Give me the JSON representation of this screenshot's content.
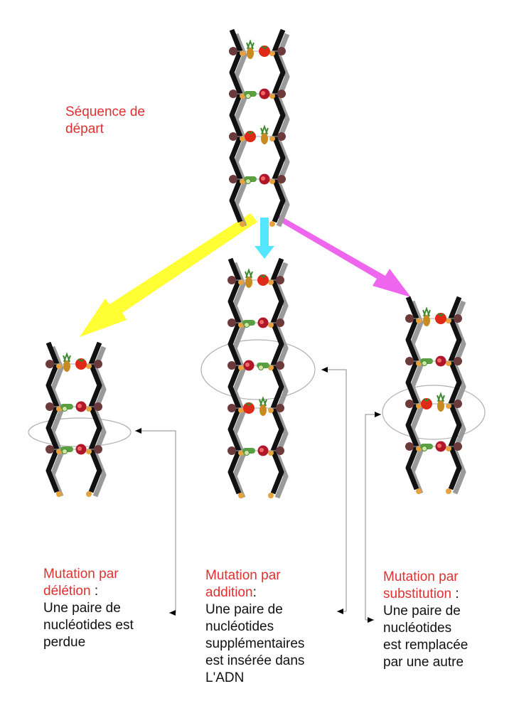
{
  "start_label": "Séquence de\ndépart",
  "colors": {
    "label_red": "#e03030",
    "arrow_deletion": "#ffff33",
    "arrow_addition": "#55e6ff",
    "arrow_substitution": "#ee66ee",
    "strand_black": "#111111",
    "strand_shadow": "#9a9a9a",
    "nucleotide_orange": "#e8a23c",
    "pin_marble": "#6b3a3a"
  },
  "pairs": {
    "p1": [
      "pineapple-icon",
      "tomato-icon"
    ],
    "p2": [
      "cucumber-icon",
      "pomegranate-icon"
    ],
    "p3": [
      "tomato-icon",
      "pineapple-icon"
    ],
    "p4": [
      "cucumber-icon",
      "pomegranate-icon"
    ],
    "inserted": [
      "pomegranate-icon",
      "cucumber-icon"
    ]
  },
  "deletion": {
    "title": "Mutation par\ndélétion",
    "colon": " :",
    "description": "Une paire de\nnucléotides est\nperdue"
  },
  "addition": {
    "title": "Mutation par\naddition",
    "colon": ":",
    "description": "Une paire de\nnucléotides\nsupplémentaires\nest insérée dans\nL'ADN"
  },
  "substitution": {
    "title": "Mutation par\nsubstitution",
    "colon": " :",
    "description": "Une paire de\nnucléotides\nest remplacée\npar une autre"
  }
}
